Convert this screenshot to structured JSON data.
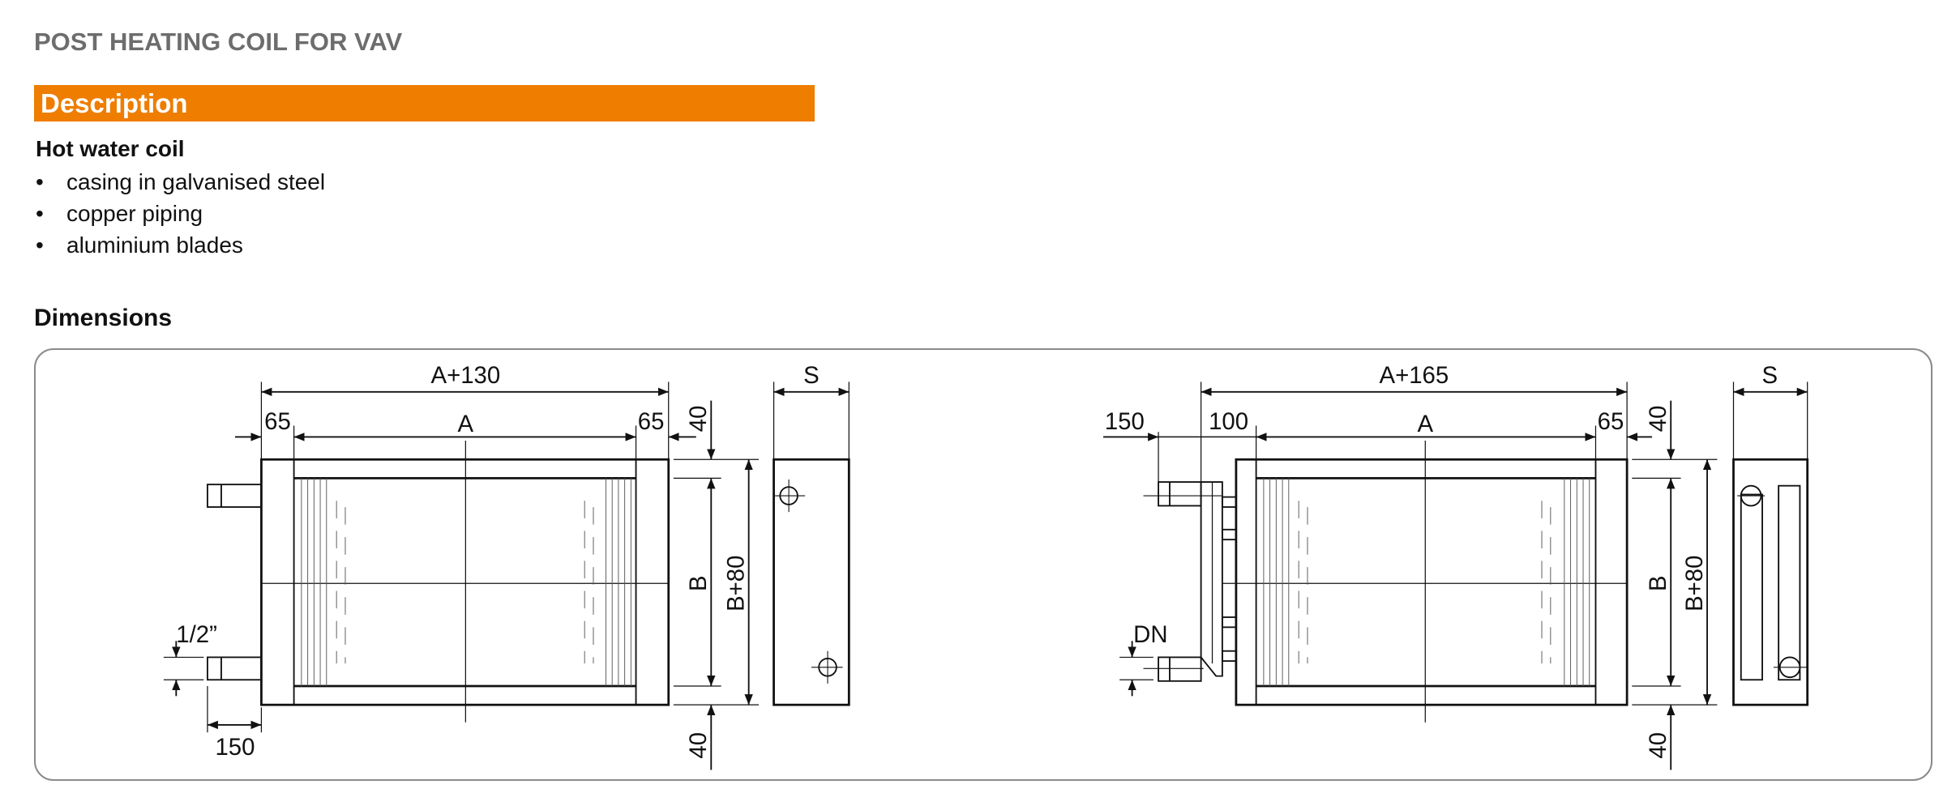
{
  "title": "POST HEATING COIL FOR VAV",
  "section": "Description",
  "subtitle": "Hot water coil",
  "features": [
    "casing in galvanised steel",
    "copper piping",
    "aluminium blades"
  ],
  "dimensions_heading": "Dimensions",
  "accent_color": "#ee7d00",
  "drawing_left": {
    "overall_width": "A+130",
    "left_margin": "65",
    "width": "A",
    "right_margin": "65",
    "top_offset": "40",
    "bottom_offset": "40",
    "height": "B",
    "overall_height": "B+80",
    "depth": "S",
    "pipe_size": "1/2”",
    "pipe_length": "150"
  },
  "drawing_right": {
    "overall_width": "A+165",
    "pipe_length": "150",
    "header_width": "100",
    "width": "A",
    "right_margin": "65",
    "top_offset": "40",
    "bottom_offset": "40",
    "height": "B",
    "overall_height": "B+80",
    "depth": "S",
    "pipe_size": "DN"
  }
}
